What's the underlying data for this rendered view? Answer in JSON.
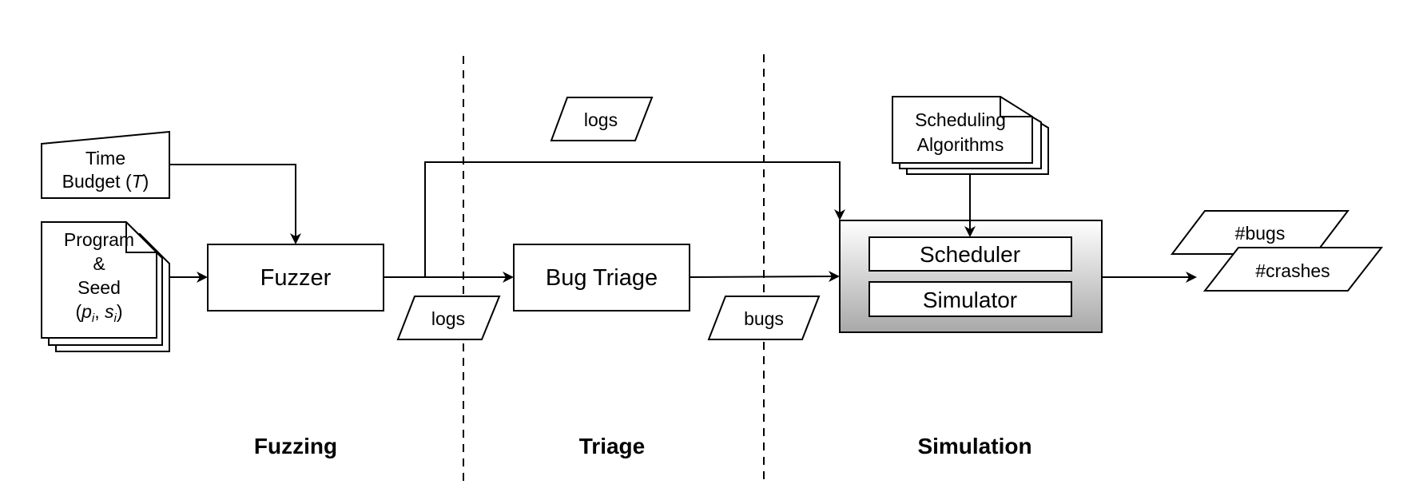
{
  "inputs": {
    "time_budget": {
      "line1": "Time",
      "line2": "Budget (",
      "var": "T",
      "close": ")"
    },
    "program_seed": {
      "line1": "Program",
      "line2": "&",
      "line3": "Seed"
    }
  },
  "nodes": {
    "fuzzer": "Fuzzer",
    "bug_triage": "Bug Triage",
    "scheduler": "Scheduler",
    "simulator": "Simulator",
    "scheduling_algorithms": {
      "line1": "Scheduling",
      "line2": "Algorithms"
    }
  },
  "data_labels": {
    "logs_top": "logs",
    "logs_bottom": "logs",
    "bugs": "bugs",
    "out_bugs": "#bugs",
    "out_crashes": "#crashes"
  },
  "stages": [
    "Fuzzing",
    "Triage",
    "Simulation"
  ]
}
